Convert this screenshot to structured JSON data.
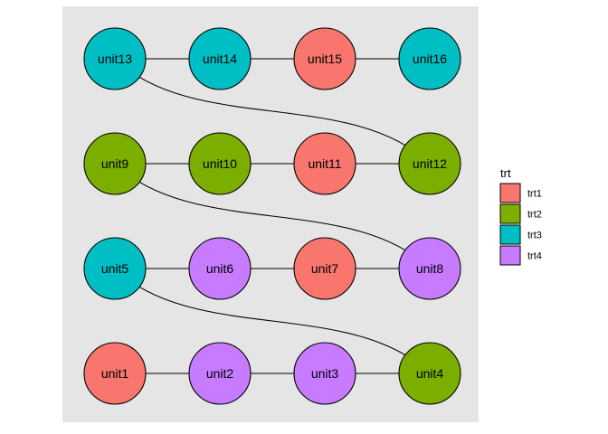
{
  "panel": {
    "background": "#e5e5e5"
  },
  "legend": {
    "title": "trt",
    "items": [
      {
        "key": "trt1",
        "label": "trt1",
        "color": "#f8766d"
      },
      {
        "key": "trt2",
        "label": "trt2",
        "color": "#7cae00"
      },
      {
        "key": "trt3",
        "label": "trt3",
        "color": "#00bfc4"
      },
      {
        "key": "trt4",
        "label": "trt4",
        "color": "#c77cff"
      }
    ]
  },
  "layout_grid": {
    "rows": 4,
    "cols": 4
  },
  "units": [
    {
      "label": "unit1",
      "trt": "trt1",
      "row": 0,
      "col": 0
    },
    {
      "label": "unit2",
      "trt": "trt4",
      "row": 0,
      "col": 1
    },
    {
      "label": "unit3",
      "trt": "trt4",
      "row": 0,
      "col": 2
    },
    {
      "label": "unit4",
      "trt": "trt2",
      "row": 0,
      "col": 3
    },
    {
      "label": "unit5",
      "trt": "trt3",
      "row": 1,
      "col": 0
    },
    {
      "label": "unit6",
      "trt": "trt4",
      "row": 1,
      "col": 1
    },
    {
      "label": "unit7",
      "trt": "trt1",
      "row": 1,
      "col": 2
    },
    {
      "label": "unit8",
      "trt": "trt4",
      "row": 1,
      "col": 3
    },
    {
      "label": "unit9",
      "trt": "trt2",
      "row": 2,
      "col": 0
    },
    {
      "label": "unit10",
      "trt": "trt2",
      "row": 2,
      "col": 1
    },
    {
      "label": "unit11",
      "trt": "trt1",
      "row": 2,
      "col": 2
    },
    {
      "label": "unit12",
      "trt": "trt2",
      "row": 2,
      "col": 3
    },
    {
      "label": "unit13",
      "trt": "trt3",
      "row": 3,
      "col": 0
    },
    {
      "label": "unit14",
      "trt": "trt3",
      "row": 3,
      "col": 1
    },
    {
      "label": "unit15",
      "trt": "trt1",
      "row": 3,
      "col": 2
    },
    {
      "label": "unit16",
      "trt": "trt3",
      "row": 3,
      "col": 3
    }
  ],
  "edges": [
    [
      "unit1",
      "unit2"
    ],
    [
      "unit2",
      "unit3"
    ],
    [
      "unit3",
      "unit4"
    ],
    [
      "unit5",
      "unit6"
    ],
    [
      "unit6",
      "unit7"
    ],
    [
      "unit7",
      "unit8"
    ],
    [
      "unit9",
      "unit10"
    ],
    [
      "unit10",
      "unit11"
    ],
    [
      "unit11",
      "unit12"
    ],
    [
      "unit13",
      "unit14"
    ],
    [
      "unit14",
      "unit15"
    ],
    [
      "unit15",
      "unit16"
    ],
    [
      "unit4",
      "unit5"
    ],
    [
      "unit8",
      "unit9"
    ],
    [
      "unit12",
      "unit13"
    ]
  ]
}
